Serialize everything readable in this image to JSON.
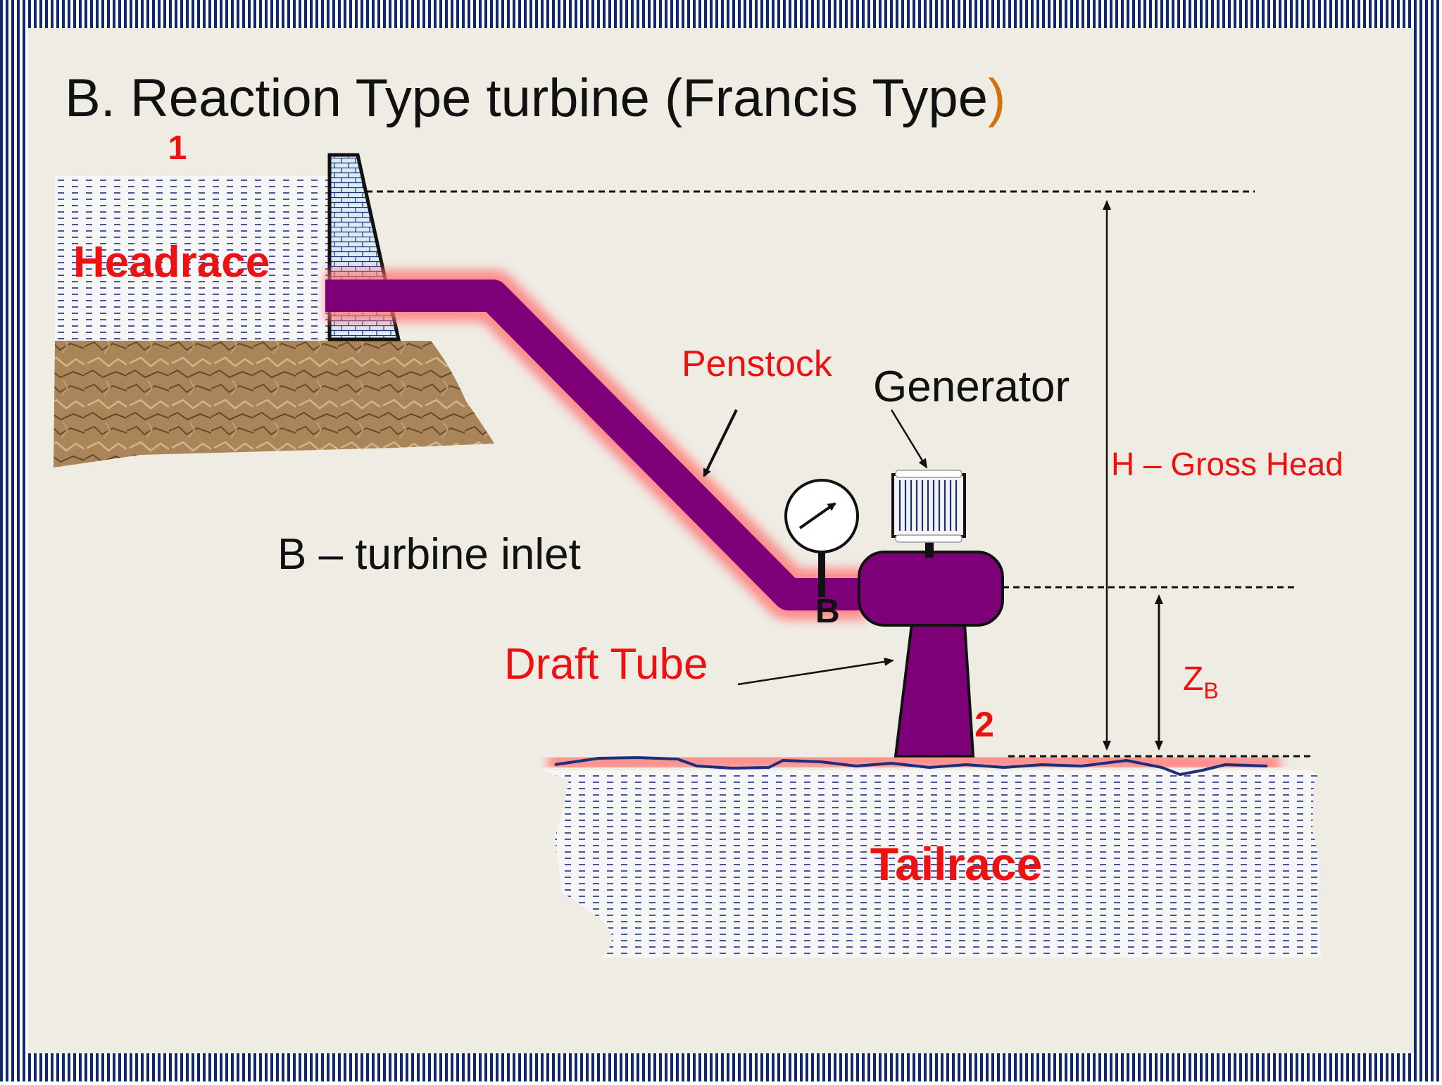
{
  "slide": {
    "title": "B. Reaction Type turbine (Francis Type",
    "title_paren": ")"
  },
  "labels": {
    "point_1": "1",
    "point_2": "2",
    "headrace": "Headrace",
    "penstock": "Penstock",
    "generator": "Generator",
    "gross_head": "H – Gross Head",
    "turbine_inlet": "B – turbine inlet",
    "point_b": "B",
    "draft_tube": "Draft Tube",
    "zb_z": "Z",
    "zb_sub": "B",
    "tailrace": "Tailrace"
  },
  "colors": {
    "border_navy": "#13286b",
    "background": "#efece4",
    "pipe_purple": "#7d0079",
    "glow": "#ff6f6f",
    "label_red": "#ee1111",
    "water_dash": "#1d2e7a",
    "rock": "#a88357"
  },
  "icons": {
    "pressure_gauge": "pressure-gauge-icon",
    "generator": "generator-icon"
  }
}
